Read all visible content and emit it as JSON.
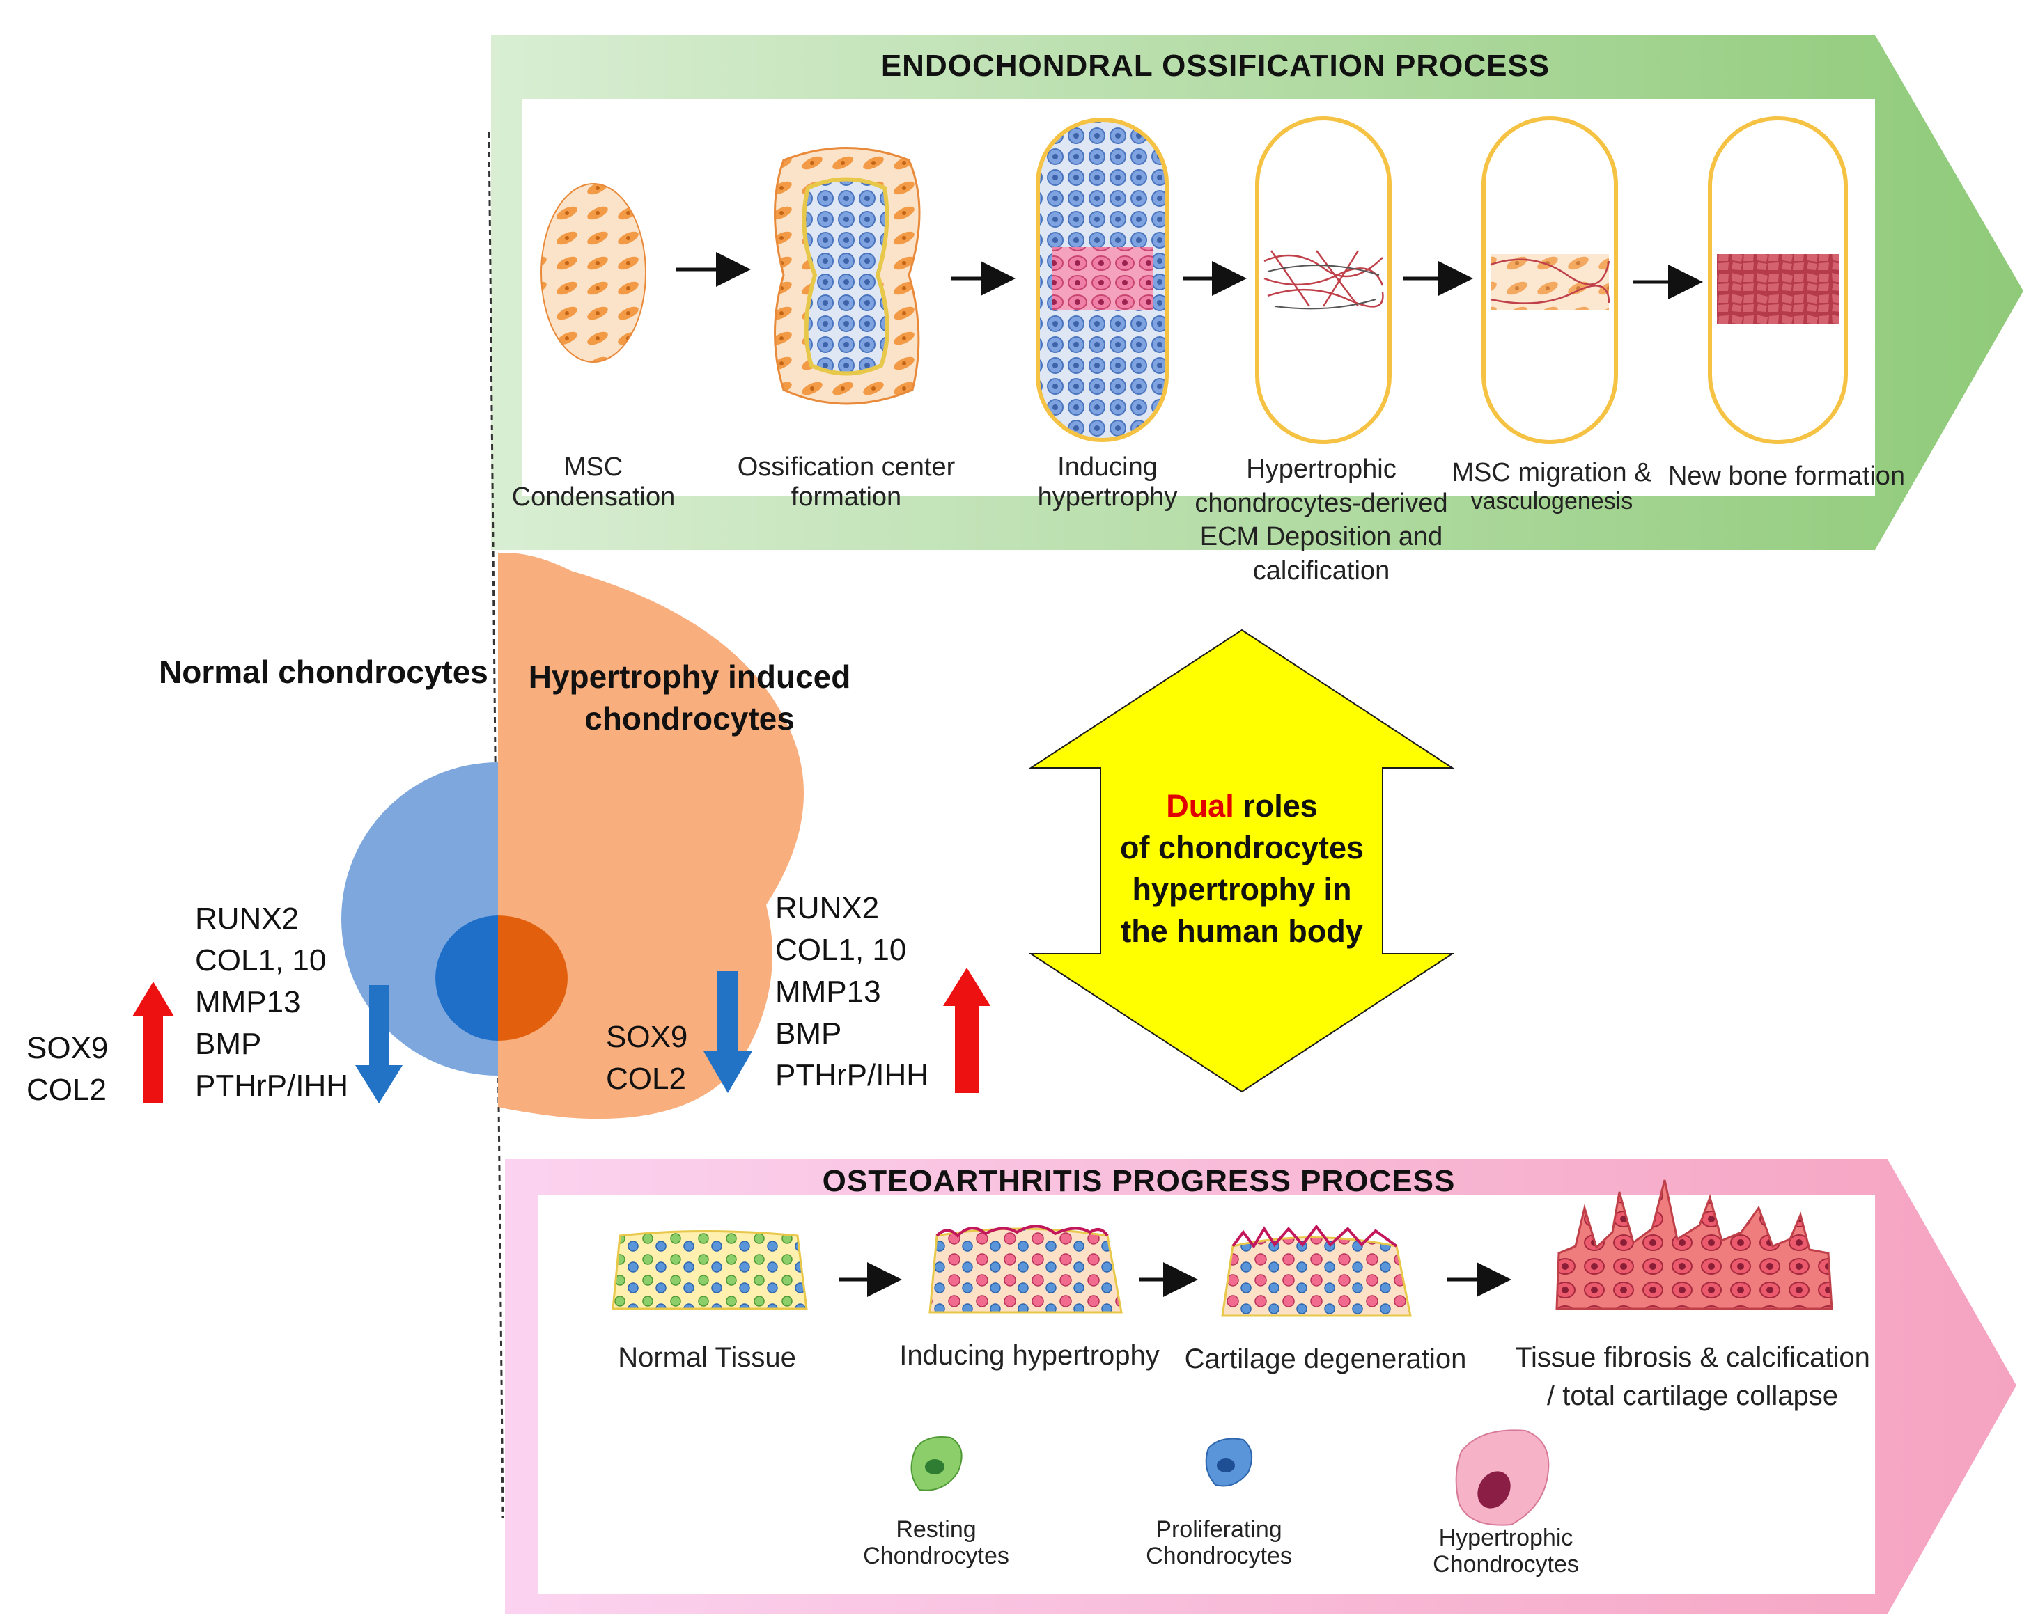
{
  "endochondral": {
    "title": "ENDOCHONDRAL OSSIFICATION PROCESS",
    "stages": [
      {
        "line1": "MSC",
        "line2": "Condensation"
      },
      {
        "line1": "Ossification center",
        "line2": "formation"
      },
      {
        "line1": "Inducing",
        "line2": "hypertrophy"
      },
      {
        "line1": "Hypertrophic",
        "line2": "chondrocytes-derived",
        "line3": "ECM Deposition and",
        "line4": "calcification"
      },
      {
        "line1": "MSC migration &",
        "line2": "vasculogenesis"
      },
      {
        "line1": "New bone formation"
      }
    ]
  },
  "center": {
    "normal_title": "Normal chondrocytes",
    "hyper_title_line1": "Hypertrophy induced",
    "hyper_title_line2": "chondrocytes",
    "normal_up": [
      "SOX9",
      "COL2"
    ],
    "normal_down": [
      "RUNX2",
      "COL1, 10",
      "MMP13",
      "BMP",
      "PTHrP/IHH"
    ],
    "hyper_down": [
      "SOX9",
      "COL2"
    ],
    "hyper_up": [
      "RUNX2",
      "COL1, 10",
      "MMP13",
      "BMP",
      "PTHrP/IHH"
    ],
    "dual_accent": "Dual",
    "dual_rest1": "roles",
    "dual_line2": "of chondrocytes",
    "dual_line3": "hypertrophy in",
    "dual_line4": "the human body"
  },
  "osteoarthritis": {
    "title": "OSTEOARTHRITIS PROGRESS PROCESS",
    "stages": [
      {
        "line1": "Normal Tissue"
      },
      {
        "line1": "Inducing hypertrophy"
      },
      {
        "line1": "Cartilage degeneration"
      },
      {
        "line1": "Tissue fibrosis & calcification",
        "line2": "/ total cartilage collapse"
      }
    ],
    "legend": [
      {
        "line1": "Resting",
        "line2": "Chondrocytes",
        "color": "#8ccf6a"
      },
      {
        "line1": "Proliferating",
        "line2": "Chondrocytes",
        "color": "#5b95d9"
      },
      {
        "line1": "Hypertrophic",
        "line2": "Chondrocytes",
        "color": "#f6b3c8"
      }
    ]
  },
  "colors": {
    "green_band": "#9fd08c",
    "pink_band": "#f7b4d0",
    "orange_cell": "#f9ae7e",
    "blue_cell": "#7ea8dd",
    "up_arrow": "#ee1111",
    "down_arrow": "#2272c6",
    "dual_arrow": "#ffff00"
  }
}
